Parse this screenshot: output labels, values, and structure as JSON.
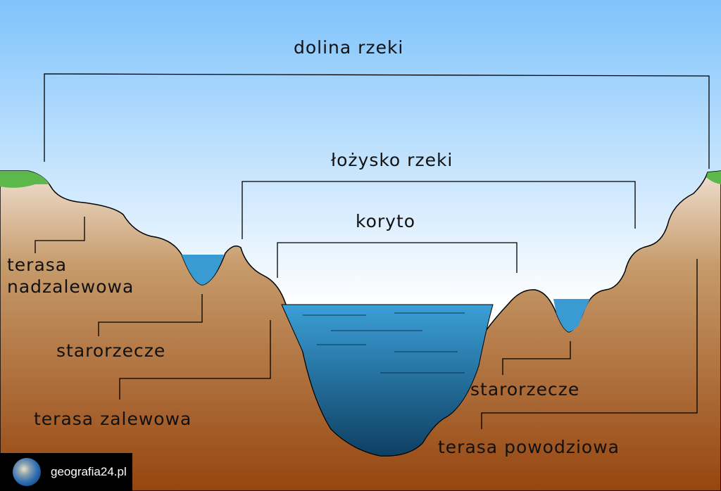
{
  "labels": {
    "valley": "dolina rzeki",
    "riverbed": "łożysko rzeki",
    "channel": "koryto",
    "upper_terrace": "terasa\nnadzalewowa",
    "upper_terrace_line1": "terasa",
    "upper_terrace_line2": "nadzalewowa",
    "oxbow_left": "starorzecze",
    "floodplain_terrace": "terasa zalewowa",
    "oxbow_right": "starorzecze",
    "flood_terrace": "terasa powodziowa"
  },
  "logo": {
    "text": "geografia24.pl",
    "icon": "globe-icon"
  },
  "colors": {
    "sky_top": "#7fc3fb",
    "ground_top": "#ead6c2",
    "ground_bottom": "#9a4a12",
    "water": "#2a86bf",
    "grass": "#5cb84a"
  }
}
